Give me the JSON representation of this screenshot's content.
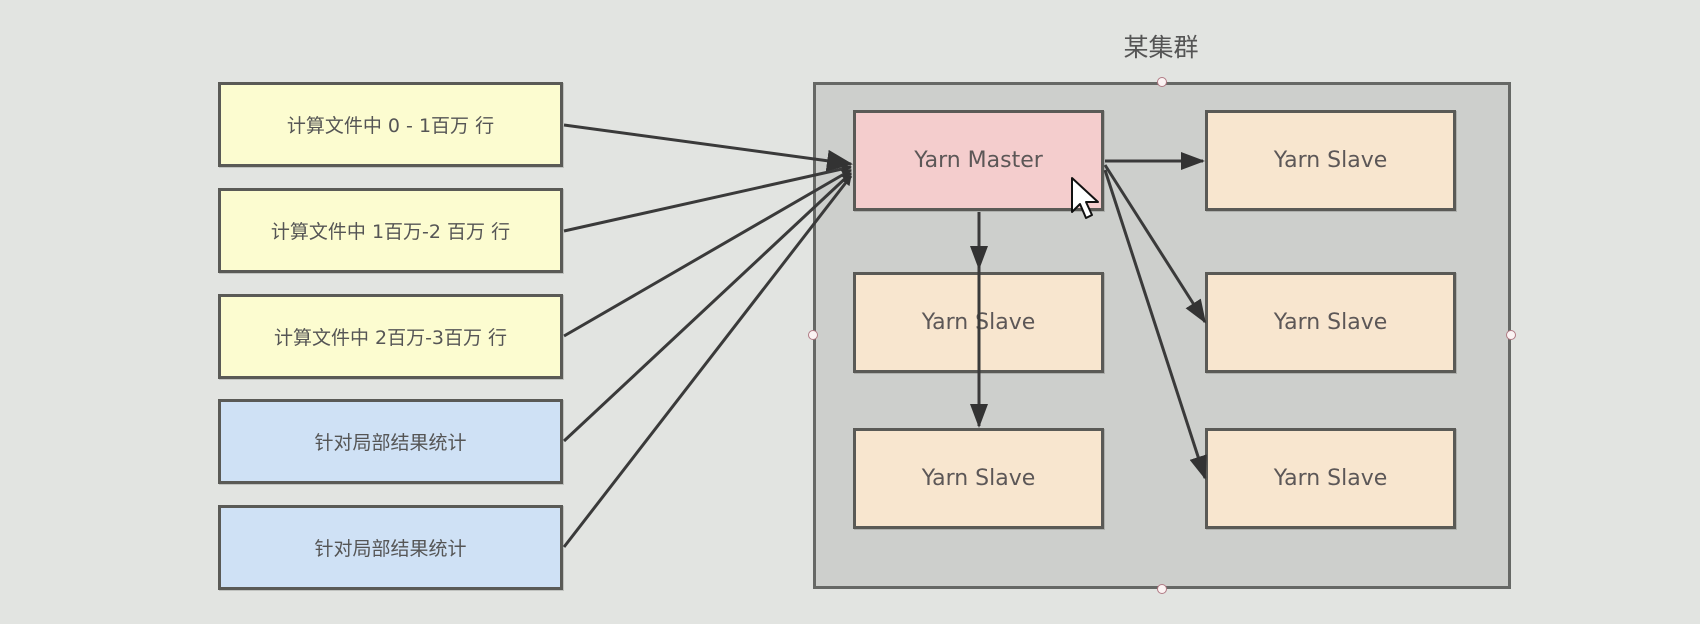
{
  "diagram": {
    "cluster": {
      "title": "某集群",
      "master": {
        "label": "Yarn Master"
      },
      "slaves": [
        {
          "id": "slave-r1",
          "label": "Yarn Slave"
        },
        {
          "id": "slave-l2",
          "label": "Yarn Slave"
        },
        {
          "id": "slave-r2",
          "label": "Yarn Slave"
        },
        {
          "id": "slave-l3",
          "label": "Yarn Slave"
        },
        {
          "id": "slave-r3",
          "label": "Yarn Slave"
        }
      ]
    },
    "tasks": [
      {
        "label": "计算文件中 0 - 1百万 行",
        "type": "compute"
      },
      {
        "label": "计算文件中 1百万-2 百万 行",
        "type": "compute"
      },
      {
        "label": "计算文件中 2百万-3百万 行",
        "type": "compute"
      },
      {
        "label": "针对局部结果统计",
        "type": "aggregate"
      },
      {
        "label": "针对局部结果统计",
        "type": "aggregate"
      }
    ],
    "edges": [
      {
        "from": "task-0",
        "to": "master"
      },
      {
        "from": "task-1",
        "to": "master"
      },
      {
        "from": "task-2",
        "to": "master"
      },
      {
        "from": "task-3",
        "to": "master"
      },
      {
        "from": "task-4",
        "to": "master"
      },
      {
        "from": "master",
        "to": "slave-r1"
      },
      {
        "from": "master",
        "to": "slave-l2"
      },
      {
        "from": "master",
        "to": "slave-l3"
      },
      {
        "from": "master",
        "to": "slave-r2"
      },
      {
        "from": "master",
        "to": "slave-r3"
      }
    ],
    "colors": {
      "compute_fill": "#fcfcd0",
      "aggregate_fill": "#cfe1f5",
      "master_fill": "#f4cdcd",
      "slave_fill": "#f8e6cf",
      "cluster_fill": "#cdcfcc",
      "background": "#e2e4e1"
    }
  }
}
